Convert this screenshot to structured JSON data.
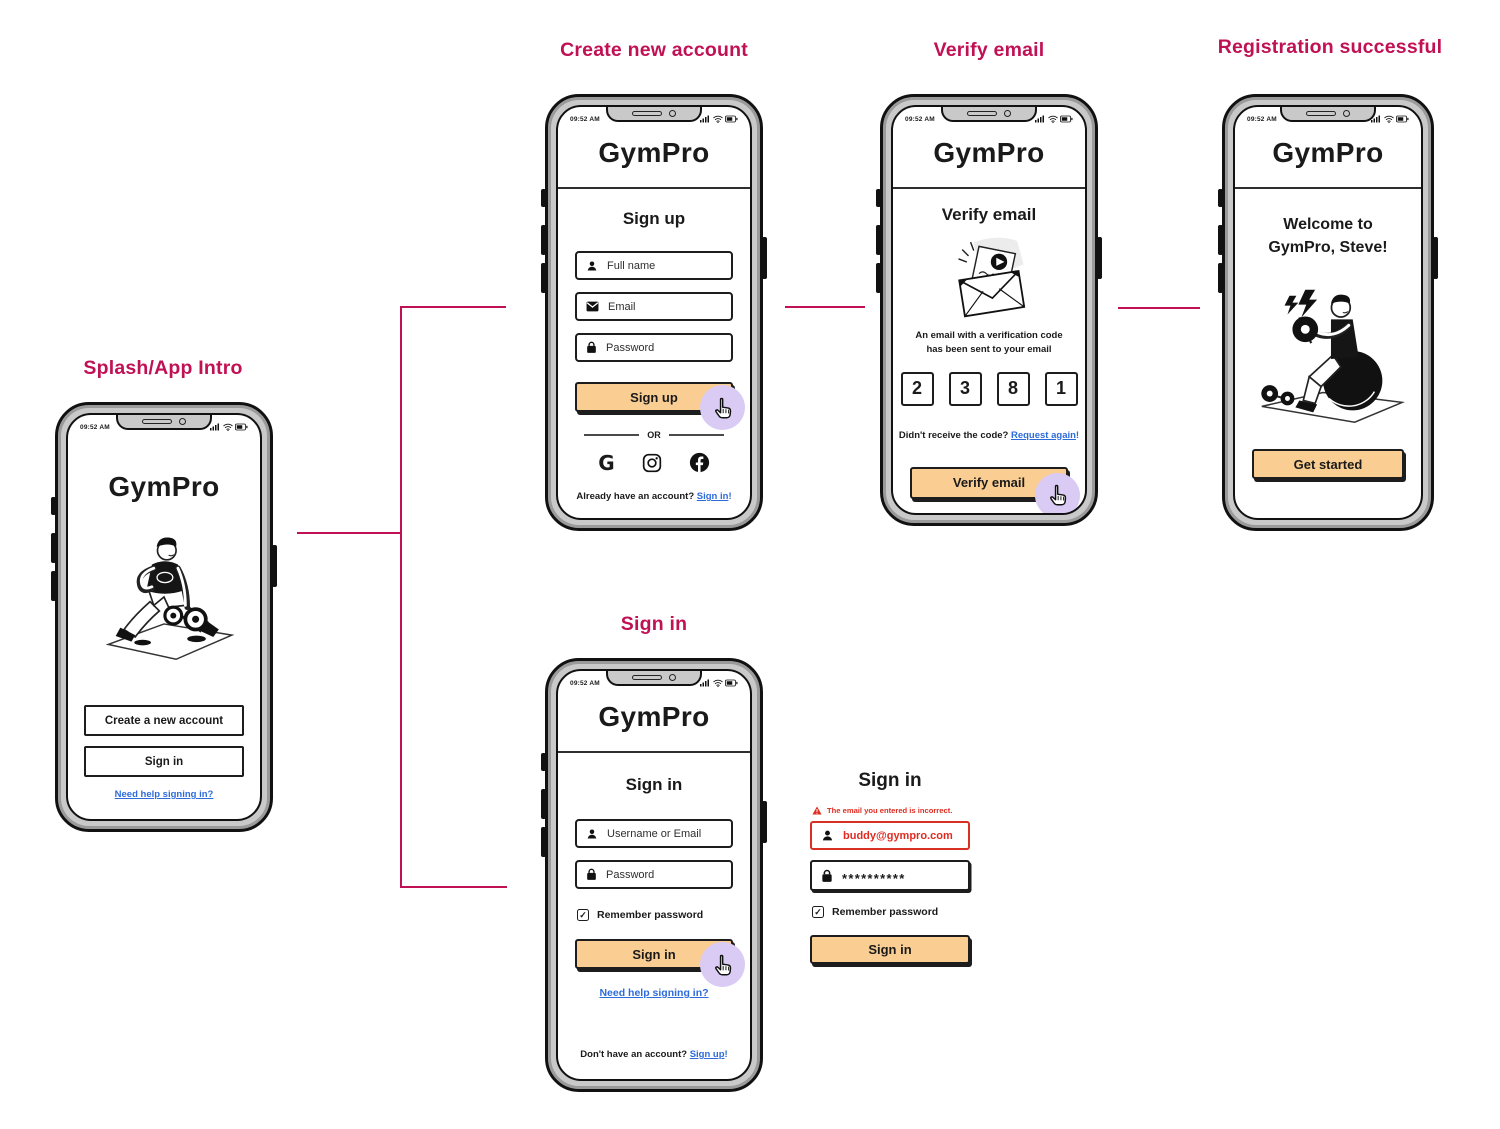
{
  "colors": {
    "accent": "#C11155",
    "orange": "#FACD92",
    "purple": "#D9CBF4",
    "blue": "#2D6BDB",
    "red": "#E02B20",
    "frame": "#C9C9C9",
    "ink": "#1A1A1A"
  },
  "status_bar": {
    "time": "09:52 AM"
  },
  "icons": {
    "check": "✓",
    "google_letter": "G",
    "or_text": "OR"
  },
  "flow": {
    "splash": {
      "label": "Splash/App Intro",
      "app_title": "GymPro",
      "create_button": "Create a new account",
      "signin_button": "Sign in",
      "help_link": "Need help signing in?"
    },
    "create_account": {
      "label": "Create new account",
      "app_title": "GymPro",
      "heading": "Sign up",
      "fields": [
        {
          "placeholder": "Full name",
          "icon": "user-icon"
        },
        {
          "placeholder": "Email",
          "icon": "mail-icon"
        },
        {
          "placeholder": "Password",
          "icon": "lock-icon"
        }
      ],
      "submit": "Sign up",
      "divider": "OR",
      "footer_text": "Already have an account?",
      "footer_link": "Sign in",
      "footer_suffix": "!"
    },
    "verify_email": {
      "label": "Verify email",
      "app_title": "GymPro",
      "heading": "Verify email",
      "info_line1": "An email with a verification code",
      "info_line2": "has been sent to your email",
      "code": [
        "2",
        "3",
        "8",
        "1"
      ],
      "resend_text": "Didn't receive the code?",
      "resend_link": "Request again",
      "resend_suffix": "!",
      "submit": "Verify email"
    },
    "registration_success": {
      "label": "Registration successful",
      "app_title": "GymPro",
      "welcome_line1": "Welcome to",
      "welcome_line2": "GymPro, Steve!",
      "submit": "Get started"
    },
    "sign_in": {
      "label": "Sign in",
      "app_title": "GymPro",
      "heading": "Sign in",
      "fields": [
        {
          "placeholder": "Username or Email",
          "icon": "user-icon"
        },
        {
          "placeholder": "Password",
          "icon": "lock-icon"
        }
      ],
      "remember": "Remember password",
      "submit": "Sign in",
      "help_link": "Need help signing in?",
      "footer_text": "Don't have an account?",
      "footer_link": "Sign up",
      "footer_suffix": "!"
    },
    "sign_in_error": {
      "heading": "Sign in",
      "error_message": "The email you entered is incorrect.",
      "email_value": "buddy@gympro.com",
      "password_value": "**********",
      "remember": "Remember password",
      "submit": "Sign in"
    }
  }
}
